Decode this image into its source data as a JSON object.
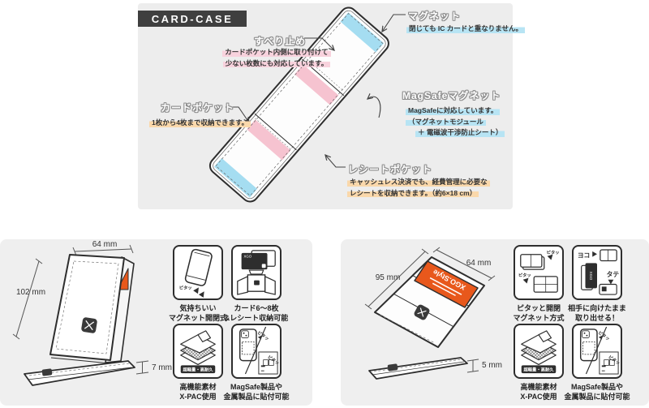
{
  "title": "CARD-CASE",
  "colors": {
    "board_bg": "#ededed",
    "panel_bg": "#efefef",
    "title_bg": "#3f3f3f",
    "accent_orange": "#e8581c",
    "strip_pink": "#f6c3d0",
    "strip_blue": "#a5ddf1",
    "highlight_pink": "#f8d2dd",
    "highlight_blue": "#b7e4f4",
    "highlight_orange": "#fad8ab"
  },
  "diagram": {
    "labels": [
      {
        "title": "すべり止め",
        "desc": [
          "カードポケット内側に取り付けて",
          "少ない枚数にも対応しています。"
        ]
      },
      {
        "title": "マグネット",
        "desc": [
          "閉じても IC カードと重なりません。"
        ]
      },
      {
        "title": "カードポケット",
        "desc": [
          "1枚から4枚まで収納できます。"
        ]
      },
      {
        "title": "MagSafeマグネット",
        "desc": [
          "MagSafeに対応しています。",
          "（マグネットモジュール",
          "＋ 電磁波干渉防止シート）"
        ]
      },
      {
        "title": "レシートポケット",
        "desc": [
          "キャッシュレス決済でも、経費管理に必要な",
          "レシートを収納できます。（約6×18 cm）"
        ]
      }
    ]
  },
  "panels": [
    {
      "dims": {
        "width": "64 mm",
        "height": "102 mm",
        "thickness": "7 mm"
      },
      "features": [
        {
          "caption": [
            "気持ちいい",
            "マグネット開閉式"
          ]
        },
        {
          "caption": [
            "カード6～8枚",
            "&レシート収納可能"
          ]
        },
        {
          "caption": [
            "高機能素材",
            "X-PAC使用"
          ]
        },
        {
          "caption": [
            "MagSafe製品や",
            "金属製品に貼付可能"
          ]
        }
      ]
    },
    {
      "dims": {
        "width": "64 mm",
        "height": "95 mm",
        "thickness": "5 mm"
      },
      "features": [
        {
          "caption": [
            "ピタッと開閉",
            "マグネット方式"
          ]
        },
        {
          "caption": [
            "相手に向けたまま",
            "取り出せる！"
          ]
        },
        {
          "caption": [
            "高機能素材",
            "X-PAC使用"
          ]
        },
        {
          "caption": [
            "MagSafe製品や",
            "金属製品に貼付可能"
          ]
        }
      ]
    }
  ],
  "icon_texts": {
    "pita": "ピタッ",
    "yoko": "ヨコ",
    "tate": "タテ",
    "badge": "超軽量・高耐久",
    "brand": "XGO.Style",
    "card_logo": "XGO"
  }
}
